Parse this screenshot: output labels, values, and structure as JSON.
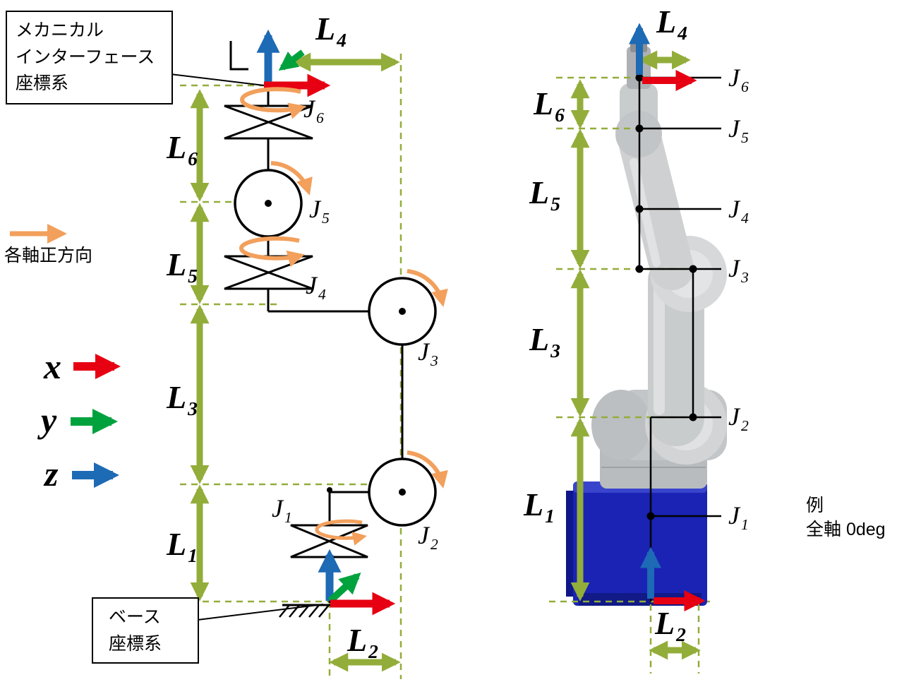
{
  "diagram": {
    "mech_box": {
      "line1": "メカニカル",
      "line2": "インターフェース",
      "line3": "座標系"
    },
    "base_box": {
      "line1": "ベース",
      "line2": "座標系"
    },
    "rotation_legend": "各軸正方向",
    "axis_legend": {
      "x": "x",
      "y": "y",
      "z": "z"
    },
    "example_note": {
      "line1": "例",
      "line2": "全軸 0deg"
    },
    "links": {
      "L1": {
        "main": "L",
        "sub": "1"
      },
      "L2": {
        "main": "L",
        "sub": "2"
      },
      "L3": {
        "main": "L",
        "sub": "3"
      },
      "L4": {
        "main": "L",
        "sub": "4"
      },
      "L5": {
        "main": "L",
        "sub": "5"
      },
      "L6": {
        "main": "L",
        "sub": "6"
      }
    },
    "joints": {
      "J1": {
        "main": "J",
        "sub": "1"
      },
      "J2": {
        "main": "J",
        "sub": "2"
      },
      "J3": {
        "main": "J",
        "sub": "3"
      },
      "J4": {
        "main": "J",
        "sub": "4"
      },
      "J5": {
        "main": "J",
        "sub": "5"
      },
      "J6": {
        "main": "J",
        "sub": "6"
      }
    },
    "colors": {
      "length_green": "#93ad3a",
      "dash_green": "#93ad3a",
      "axis_x_red": "#e60012",
      "axis_y_green": "#00a23e",
      "axis_z_blue": "#1d6ab5",
      "rotation_orange": "#f2a05c",
      "robot_base_blue": "#1a23b4"
    }
  }
}
